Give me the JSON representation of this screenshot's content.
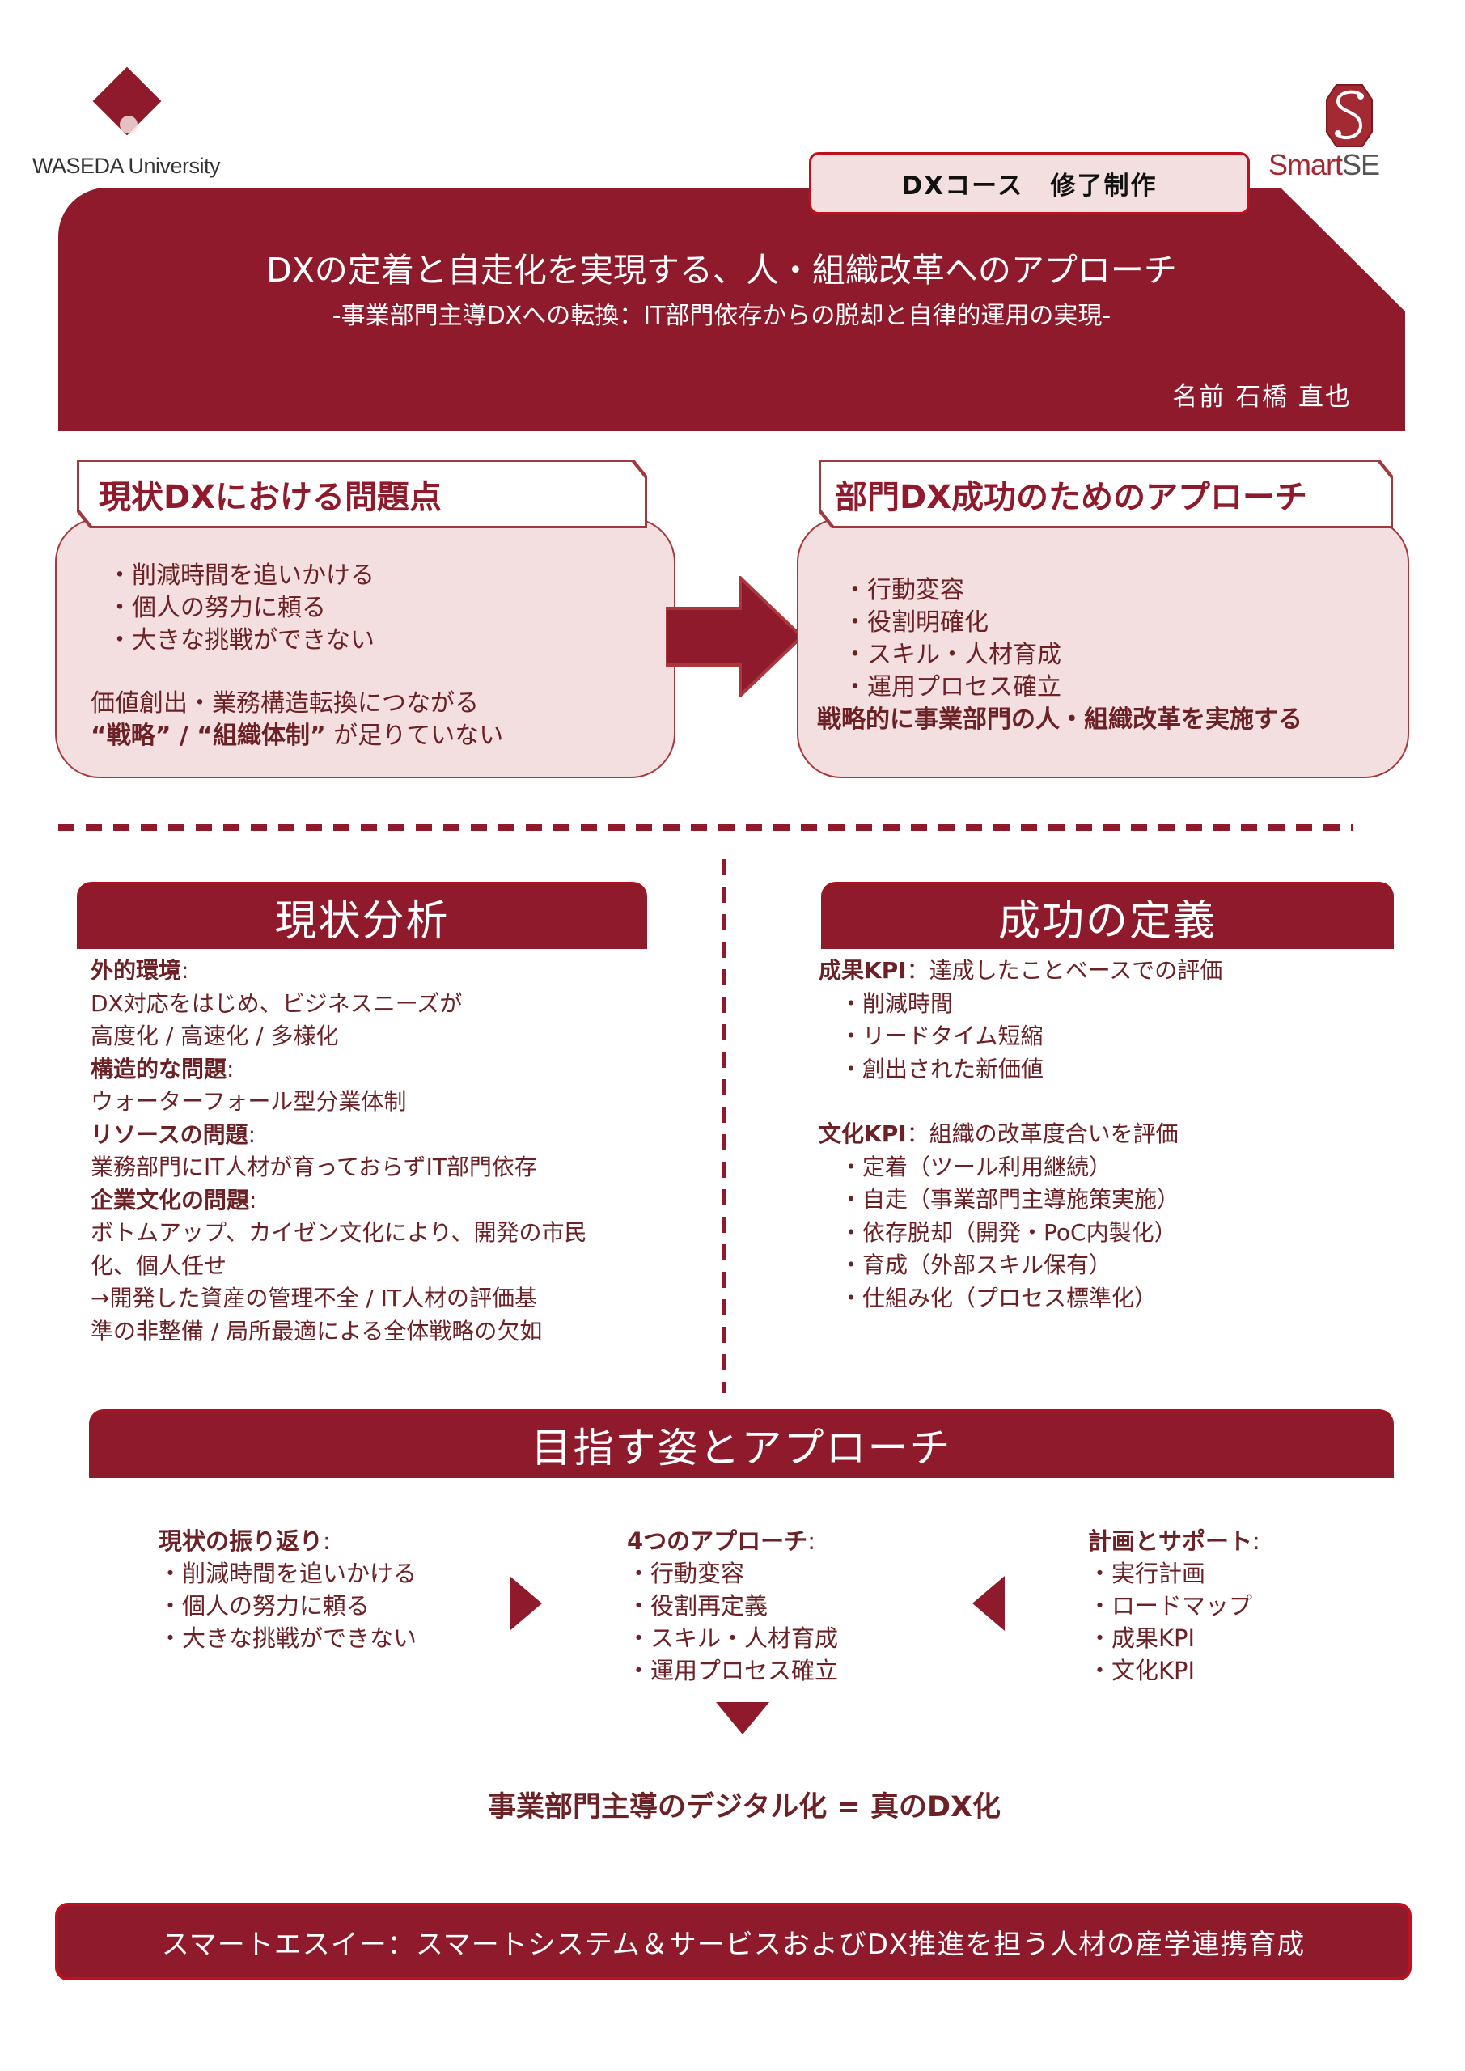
{
  "logos": {
    "waseda": "WASEDA University",
    "smartse_part1": "Smart",
    "smartse_part2": "SE"
  },
  "header": {
    "badge": "DXコース　修了制作",
    "title": "DXの定着と自走化を実現する、人・組織改革へのアプローチ",
    "subtitle": "-事業部門主導DXへの転換：IT部門依存からの脱却と自律的運用の実現-",
    "author": "名前 石橋 直也"
  },
  "problem": {
    "heading": "現状DXにおける問題点",
    "items": [
      "・削減時間を追いかける",
      "・個人の努力に頼る",
      "・大きな挑戦ができない"
    ],
    "summary_line1": "価値創出・業務構造転換につながる",
    "summary_bold1": "“戦略”",
    "summary_sep": " / ",
    "summary_bold2": "“組織体制”",
    "summary_tail": " が足りていない"
  },
  "approach": {
    "heading": "部門DX成功のためのアプローチ",
    "items": [
      "・行動変容",
      "・役割明確化",
      "・スキル・人材育成",
      "・運用プロセス確立"
    ],
    "summary": "戦略的に事業部門の人・組織改革を実施する"
  },
  "analysis": {
    "title": "現状分析",
    "blocks": [
      {
        "label": "外的環境",
        "colon": ":",
        "lines": [
          "DX対応をはじめ、ビジネスニーズが",
          "高度化 / 高速化 / 多様化"
        ]
      },
      {
        "label": "構造的な問題",
        "colon": ":",
        "lines": [
          "ウォーターフォール型分業体制"
        ]
      },
      {
        "label": "リソースの問題",
        "colon": ":",
        "lines": [
          "業務部門にIT人材が育っておらずIT部門依存"
        ]
      },
      {
        "label": "企業文化の問題",
        "colon": ":",
        "lines": [
          "ボトムアップ、カイゼン文化により、開発の市民",
          "化、個人任せ",
          "→開発した資産の管理不全 / IT人材の評価基",
          "準の非整備 / 局所最適による全体戦略の欠如"
        ]
      }
    ]
  },
  "success": {
    "title": "成功の定義",
    "outcome_label": "成果KPI",
    "outcome_desc": "：達成したことベースでの評価",
    "outcome_items": [
      "・削減時間",
      "・リードタイム短縮",
      "・創出された新価値"
    ],
    "culture_label": "文化KPI",
    "culture_desc": "：組織の改革度合いを評価",
    "culture_items": [
      "・定着（ツール利用継続）",
      "・自走（事業部門主導施策実施）",
      "・依存脱却（開発・PoC内製化）",
      "・育成（外部スキル保有）",
      "・仕組み化（プロセス標準化）"
    ]
  },
  "goal": {
    "title": "目指す姿とアプローチ",
    "review_label": "現状の振り返り",
    "review_items": [
      "・削減時間を追いかける",
      "・個人の努力に頼る",
      "・大きな挑戦ができない"
    ],
    "four_label": "4つのアプローチ",
    "four_items": [
      "・行動変容",
      "・役割再定義",
      "・スキル・人材育成",
      "・運用プロセス確立"
    ],
    "plan_label": "計画とサポート",
    "plan_items": [
      "・実行計画",
      "・ロードマップ",
      "・成果KPI",
      "・文化KPI"
    ],
    "colon": ":",
    "conclusion": "事業部門主導のデジタル化 = 真のDX化"
  },
  "footer": {
    "text": "スマートエスイー：スマートシステム＆サービスおよびDX推進を担う人材の産学連携育成"
  },
  "colors": {
    "brand": "#8f1a2b",
    "panel": "#f3dfdf",
    "text": "#6b2125"
  }
}
